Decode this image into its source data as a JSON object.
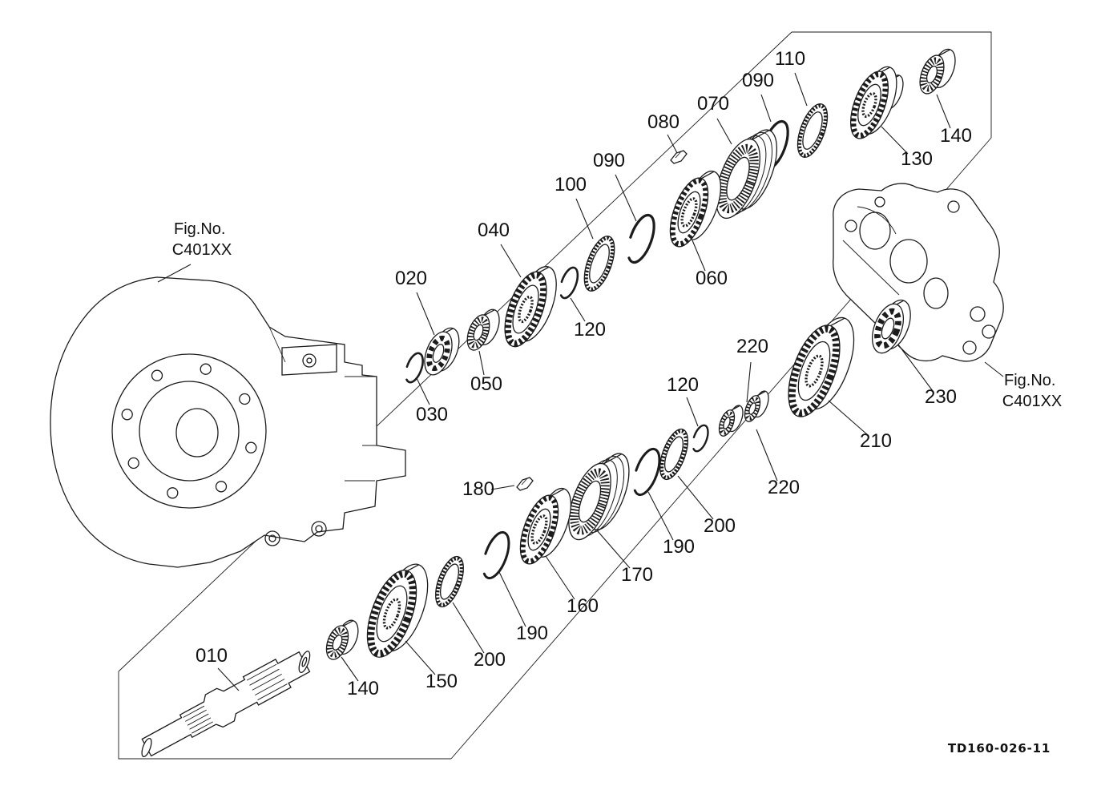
{
  "figure": {
    "drawing_number": "TD160-026-11",
    "fig_refs": {
      "left": {
        "line1": "Fig.No.",
        "line2": "C401XX"
      },
      "right": {
        "line1": "Fig.No.",
        "line2": "C401XX"
      }
    },
    "callouts": [
      {
        "text": "010"
      },
      {
        "text": "020"
      },
      {
        "text": "030"
      },
      {
        "text": "040"
      },
      {
        "text": "050"
      },
      {
        "text": "060"
      },
      {
        "text": "070"
      },
      {
        "text": "080"
      },
      {
        "text": "090"
      },
      {
        "text": "090"
      },
      {
        "text": "100"
      },
      {
        "text": "110"
      },
      {
        "text": "120"
      },
      {
        "text": "120"
      },
      {
        "text": "130"
      },
      {
        "text": "140"
      },
      {
        "text": "140"
      },
      {
        "text": "150"
      },
      {
        "text": "160"
      },
      {
        "text": "170"
      },
      {
        "text": "180"
      },
      {
        "text": "190"
      },
      {
        "text": "190"
      },
      {
        "text": "200"
      },
      {
        "text": "200"
      },
      {
        "text": "210"
      },
      {
        "text": "220"
      },
      {
        "text": "220"
      },
      {
        "text": "230"
      }
    ],
    "colors": {
      "ink": "#1c1c1c",
      "background": "#ffffff"
    }
  }
}
